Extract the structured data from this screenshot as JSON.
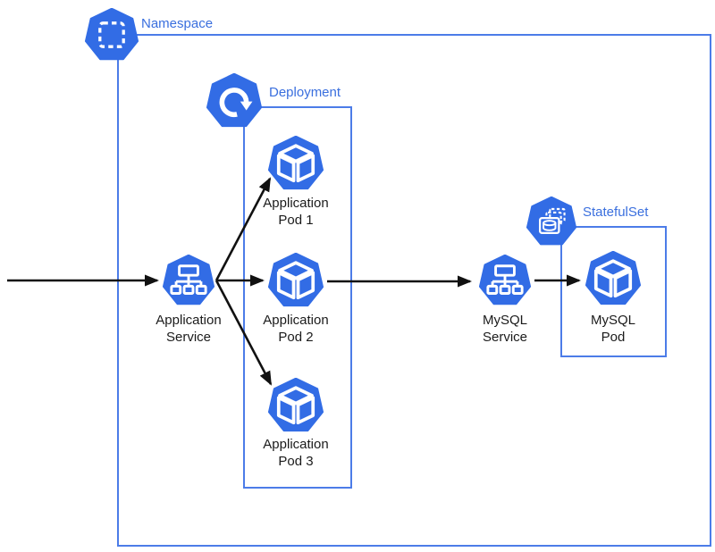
{
  "diagram": {
    "type": "kubernetes-architecture-diagram",
    "groups": {
      "namespace": {
        "label": "Namespace"
      },
      "deployment": {
        "label": "Deployment"
      },
      "statefulset": {
        "label": "StatefulSet"
      }
    },
    "nodes": {
      "app_service": {
        "label": "Application\nService",
        "icon": "service-icon"
      },
      "app_pod_1": {
        "label": "Application\nPod 1",
        "icon": "pod-icon"
      },
      "app_pod_2": {
        "label": "Application\nPod 2",
        "icon": "pod-icon"
      },
      "app_pod_3": {
        "label": "Application\nPod 3",
        "icon": "pod-icon"
      },
      "mysql_service": {
        "label": "MySQL\nService",
        "icon": "service-icon"
      },
      "mysql_pod": {
        "label": "MySQL\nPod",
        "icon": "pod-icon"
      }
    },
    "edges": [
      {
        "from": "external",
        "to": "app_service"
      },
      {
        "from": "app_service",
        "to": "app_pod_1"
      },
      {
        "from": "app_service",
        "to": "app_pod_2"
      },
      {
        "from": "app_service",
        "to": "app_pod_3"
      },
      {
        "from": "app_pod_2",
        "to": "mysql_service"
      },
      {
        "from": "mysql_service",
        "to": "mysql_pod"
      }
    ],
    "icons": {
      "namespace": "heptagon-dashed-square-icon",
      "deployment": "heptagon-circular-arrow-icon",
      "statefulset": "heptagon-database-stack-icon",
      "service": "heptagon-sitemap-icon",
      "pod": "heptagon-cube-icon"
    },
    "colors": {
      "kubernetes_blue": "#326CE5",
      "group_border": "#4C7CE8",
      "group_label": "#3A6FDE",
      "node_label": "#1B1B1B",
      "arrow": "#111111",
      "background": "#FFFFFF"
    }
  }
}
